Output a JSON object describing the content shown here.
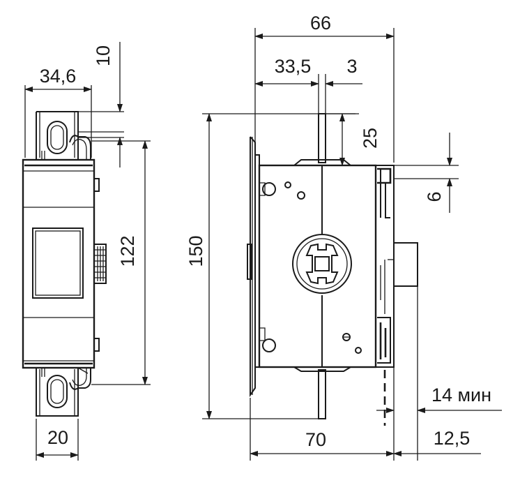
{
  "drawing": {
    "colors": {
      "line": "#1a1a1a",
      "background": "#ffffff"
    },
    "side_view": {
      "dim_width": "34,6",
      "dim_top_lug": "10",
      "dim_height": "122",
      "dim_lug_width": "20"
    },
    "front_view": {
      "dim_total_depth": "66",
      "dim_mount_offset": "33,5",
      "dim_shaft_thickness": "3",
      "dim_shaft_length": "25",
      "dim_step": "6",
      "dim_total_height": "150",
      "dim_min_clearance": "14 мин",
      "dim_base_depth": "70",
      "dim_knob_offset": "12,5"
    }
  }
}
